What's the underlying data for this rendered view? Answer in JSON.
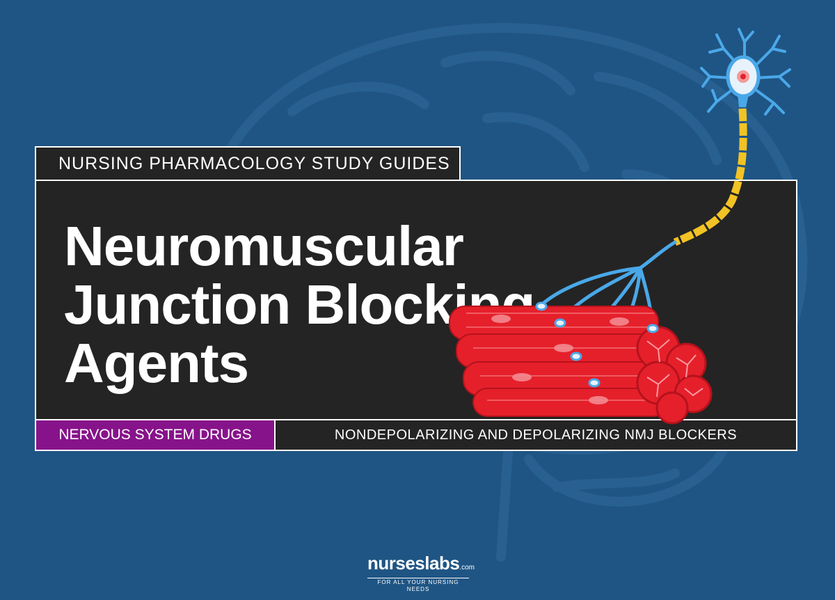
{
  "header": {
    "series": "NURSING PHARMACOLOGY STUDY GUIDES"
  },
  "title": {
    "line1": "Neuromuscular",
    "line2": "Junction Blocking",
    "line3": "Agents"
  },
  "footer": {
    "category": "NERVOUS SYSTEM DRUGS",
    "subtitle": "NONDEPOLARIZING AND DEPOLARIZING NMJ BLOCKERS"
  },
  "logo": {
    "wordmark": "nurseslabs",
    "suffix": ".com",
    "tagline": "FOR ALL YOUR NURSING NEEDS"
  },
  "illustration": {
    "subject": "neuron-and-muscle-fiber-icon"
  },
  "colors": {
    "background": "#1f5584",
    "panel": "#242424",
    "category_accent": "#87138b",
    "muscle": "#e5202b",
    "axon_myelin": "#f2c324",
    "neuron": "#4aa8e8"
  }
}
